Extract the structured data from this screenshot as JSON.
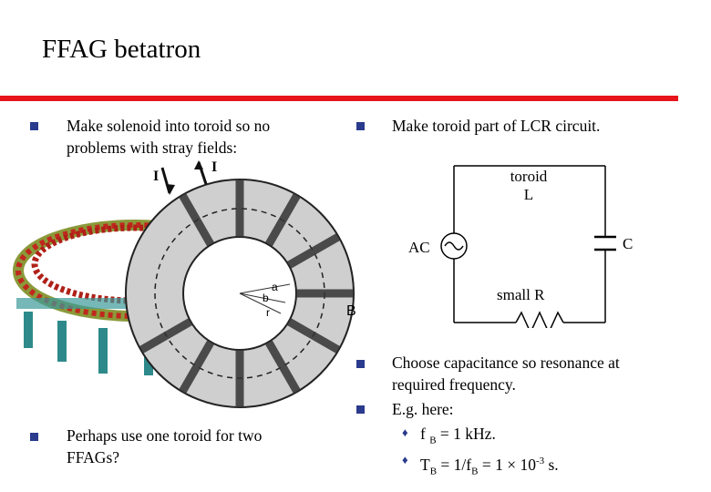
{
  "slide": {
    "title": "FFAG betatron",
    "accent_color": "#e8141b",
    "bullet_color": "#2a3a8c"
  },
  "left": {
    "bullet1_line1": "Make solenoid into toroid so no",
    "bullet1_line2": "problems with stray fields:",
    "bullet2_line1": "Perhaps use one toroid for two",
    "bullet2_line2": "FFAGs?"
  },
  "figure": {
    "label_I_left": "I",
    "label_I_right": "I",
    "label_a": "a",
    "label_b": "b",
    "label_r": "r",
    "label_B": "B"
  },
  "right": {
    "bullet1": "Make toroid part of LCR circuit.",
    "circuit": {
      "toroid_line1": "toroid",
      "toroid_line2": "L",
      "capacitor": "C",
      "source": "AC",
      "resistor": "small R"
    },
    "bullet2_line1": "Choose capacitance so resonance at",
    "bullet2_line2": "required frequency.",
    "bullet3": "E.g. here:",
    "sub1": {
      "a": "f",
      "b": "B",
      "c": " = 1 kHz."
    },
    "sub2": {
      "a": "T",
      "b": "B",
      "c": " = 1/f",
      "d": "B",
      "e": " = 1 × 10",
      "f": "-3",
      "g": " s."
    }
  }
}
